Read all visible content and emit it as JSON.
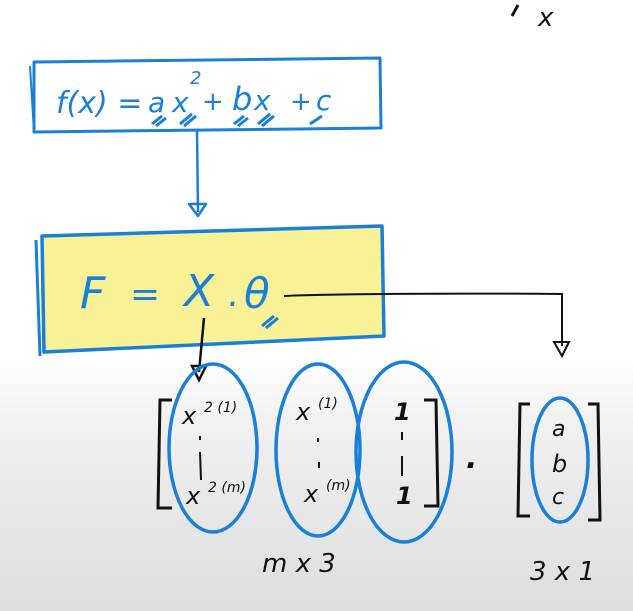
{
  "colors": {
    "ink_blue": "#1a7fd8",
    "ink_black": "#111111",
    "highlight_yellow": "#f7ef8a"
  },
  "top_right_symbol": "x",
  "equation_box": {
    "f_of_x": "f(x) =",
    "a": "a",
    "x_squared": "x",
    "exp_2": "2",
    "plus1": "+",
    "b": "b",
    "x": "x",
    "plus2": "+",
    "c": "c"
  },
  "matrix_equation": {
    "F": "F",
    "equals": "=",
    "X": "X",
    "dot": ".",
    "theta": "θ"
  },
  "matrix_X": {
    "col1_top": "x",
    "col1_top_sup": "2 (1)",
    "col1_bottom": "x",
    "col1_bottom_sup": "2 (m)",
    "col2_top": "x",
    "col2_top_sup": "(1)",
    "col2_bottom": "x",
    "col2_bottom_sup": "(m)",
    "col3_top": "1",
    "col3_bottom": "1",
    "dimension": "m x 3"
  },
  "dot_operator": ".",
  "theta_vector": {
    "a": "a",
    "b": "b",
    "c": "c",
    "dimension": "3 x 1"
  }
}
